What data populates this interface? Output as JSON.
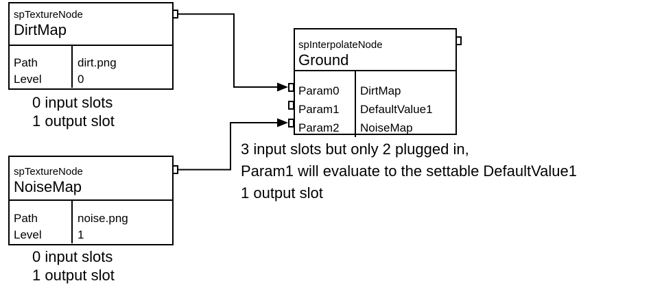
{
  "colors": {
    "background": "#ffffff",
    "line": "#000000",
    "text": "#000000",
    "node_fill": "#ffffff"
  },
  "nodes": {
    "dirtmap": {
      "type_label": "spTextureNode",
      "title": "DirtMap",
      "rows": [
        {
          "key": "Path",
          "value": "dirt.png"
        },
        {
          "key": "Level",
          "value": "0"
        }
      ],
      "annotation_lines": [
        "0 input slots",
        "1 output slot"
      ]
    },
    "noisemap": {
      "type_label": "spTextureNode",
      "title": "NoiseMap",
      "rows": [
        {
          "key": "Path",
          "value": "noise.png"
        },
        {
          "key": "Level",
          "value": "1"
        }
      ],
      "annotation_lines": [
        "0 input slots",
        "1 output slot"
      ]
    },
    "ground": {
      "type_label": "spInterpolateNode",
      "title": "Ground",
      "rows": [
        {
          "key": "Param0",
          "value": "DirtMap"
        },
        {
          "key": "Param1",
          "value": "DefaultValue1"
        },
        {
          "key": "Param2",
          "value": "NoiseMap"
        }
      ],
      "annotation_lines": [
        "3 input slots but only 2 plugged in,",
        "Param1 will evaluate to the settable DefaultValue1",
        "1 output slot"
      ]
    }
  },
  "connections": [
    {
      "from": "DirtMap output",
      "to": "Ground Param0"
    },
    {
      "from": "NoiseMap output",
      "to": "Ground Param2"
    }
  ]
}
